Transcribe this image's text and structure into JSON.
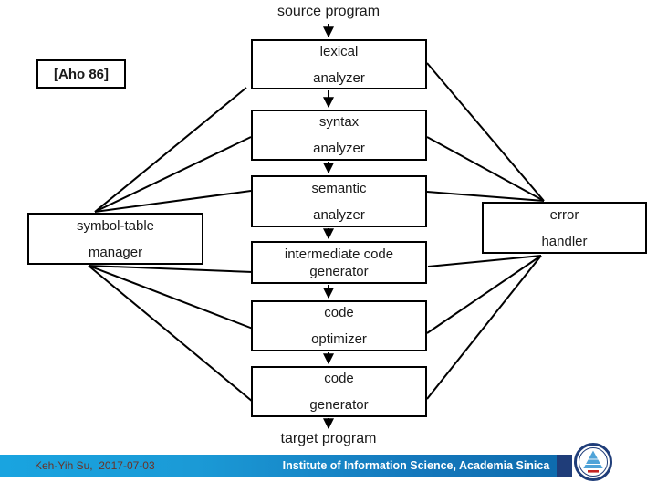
{
  "slide": {
    "citation_label": "[Aho 86]",
    "io": {
      "source": "source program",
      "target": "target program"
    },
    "boxes": {
      "lexical": {
        "line1": "lexical",
        "line2": "analyzer"
      },
      "syntax": {
        "line1": "syntax",
        "line2": "analyzer"
      },
      "semantic": {
        "line1": "semantic",
        "line2": "analyzer"
      },
      "intermediate": {
        "line1": "intermediate code",
        "line2": "generator"
      },
      "optimizer": {
        "line1": "code",
        "line2": "optimizer"
      },
      "code_generator": {
        "line1": "code",
        "line2": "generator"
      },
      "symbol_table": {
        "line1": "symbol-table",
        "line2": "manager"
      },
      "error_handler": {
        "line1": "error",
        "line2": "handler"
      }
    },
    "diagram_colors": {
      "box_border": "#000000",
      "text": "#1a1a1a",
      "background": "#ffffff"
    }
  },
  "footer": {
    "author_date": "Keh-Yih Su,  2017-07-03",
    "institute": "Institute of Information Science, Academia Sinica",
    "logo": "academia-sinica-logo",
    "colors": {
      "bar_gradient_left": "#19a4e0",
      "bar_gradient_right": "#0e6cae",
      "bar_end_cap": "#1f3d79",
      "author_text": "#6a3326",
      "institute_text": "#ffffff",
      "logo_ring": "#1f3d79",
      "logo_triangle": "#4fa3d8",
      "logo_mark_red": "#c32222"
    }
  }
}
